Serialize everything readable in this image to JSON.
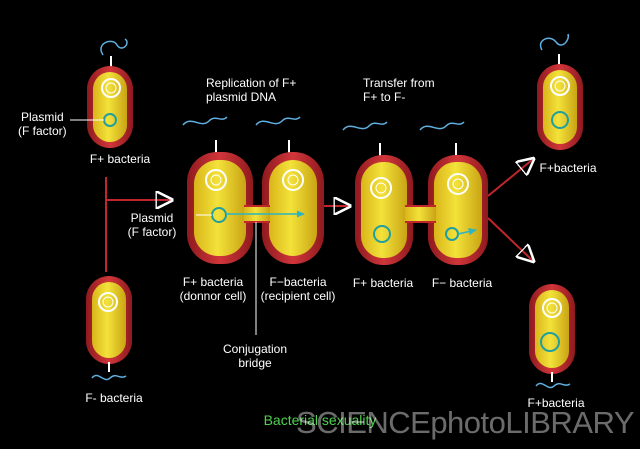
{
  "labels": {
    "plasmid_top": "Plasmid\n(F factor)",
    "f_plus_top": "F+ bacteria",
    "f_minus_bottom": "F- bacteria",
    "replication": "Replication of F+\nplasmid DNA",
    "plasmid_mid": "Plasmid\n(F factor)",
    "donor": "F+ bacteria\n(donnor cell)",
    "recipient": "F−bacteria\n(recipient cell)",
    "conjugation": "Conjugation\nbridge",
    "transfer": "Transfer from\nF+  to F-",
    "f_plus_transfer": "F+ bacteria",
    "f_minus_transfer": "F− bacteria",
    "f_plus_result_top": "F+bacteria",
    "f_plus_result_bottom": "F+bacteria"
  },
  "caption": "Bacterial sexuality",
  "watermark": "SCIENCEphotoLIBRARY",
  "colors": {
    "membrane": "#c0262b",
    "cytoplasm": "#e8cc1c",
    "flagellum": "#5fb0e0",
    "plasmid": "#1f9fa0",
    "caption": "#4fd24f",
    "arrow": "#c0262b"
  }
}
